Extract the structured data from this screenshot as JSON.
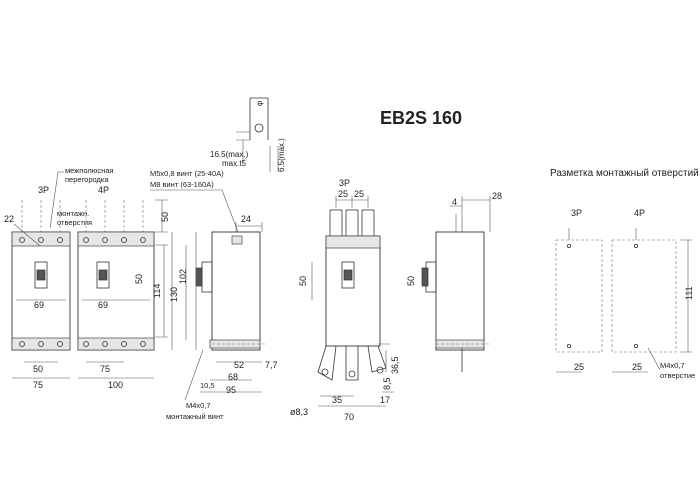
{
  "title": "EB2S 160",
  "mounting_header": "Разметка монтажный отверстий",
  "labels": {
    "interpolar": "межполюсная",
    "partition": "перегородка",
    "mount": "монтажн.",
    "holes": "отверстия",
    "p3": "3P",
    "p4": "4P",
    "screw1": "M5x0,8 винт (25-40A)",
    "screw2": "M8 винт (63-160A)",
    "m4a": "M4x0,7",
    "m4b": "монтажный винт",
    "hole_m4a": "M4x0,7",
    "hole_m4b": "отверстие",
    "terminal_a": "16.5(max.)",
    "terminal_b": "max.t5",
    "terminal_c": "6.5(max.)",
    "phi": "φ",
    "dia": "ø8,3"
  },
  "dims": {
    "d22": "22",
    "d50_top": "50",
    "d69a": "69",
    "d69b": "69",
    "d50_bot": "50",
    "d75a": "75",
    "d75b": "75",
    "d100": "100",
    "d50_side": "50",
    "d114": "114",
    "d130": "130",
    "d24": "24",
    "d102": "102",
    "d52": "52",
    "d7_7": "7,7",
    "d68": "68",
    "d95": "95",
    "d10_5": "10,5",
    "d25a": "25",
    "d25b": "25",
    "d50_front": "50",
    "d36_5": "36,5",
    "d8_5": "8,5",
    "d17": "17",
    "d35": "35",
    "d70": "70",
    "d4": "4",
    "d28": "28",
    "d50_side2": "50",
    "d25_3p": "25",
    "d111": "111",
    "d25_4p": "25"
  },
  "colors": {
    "line": "#333333",
    "shade": "#e6e6e6",
    "text": "#222222"
  }
}
